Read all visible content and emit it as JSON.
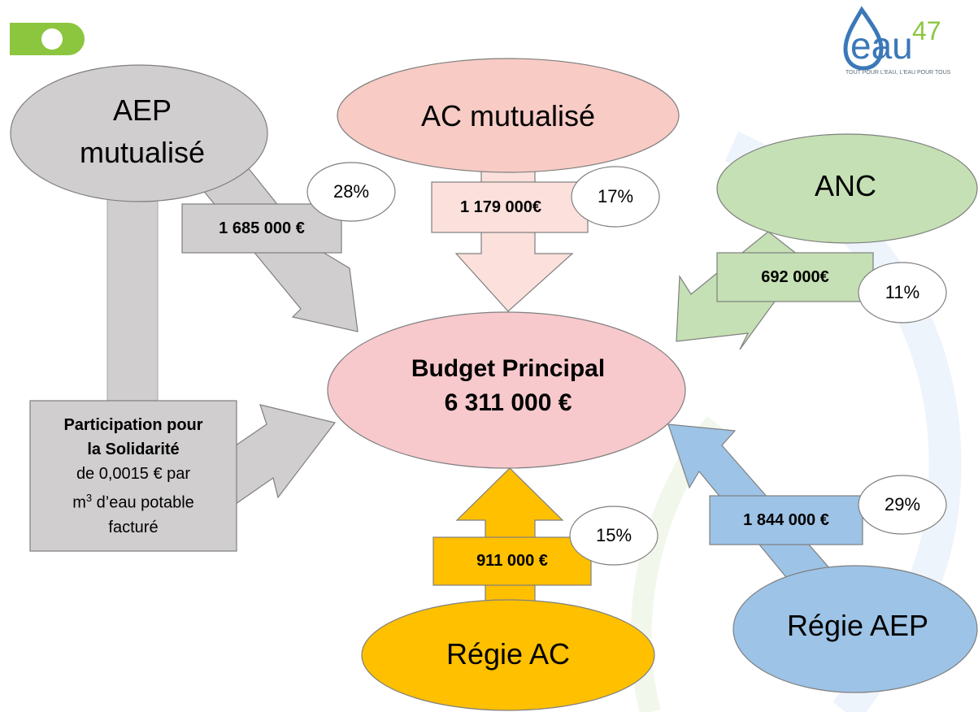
{
  "center": {
    "title": "Budget Principal",
    "amount": "6 311 000 €"
  },
  "sources": {
    "aep_mutualise": {
      "label_line1": "AEP",
      "label_line2": "mutualisé",
      "amount": "1 685 000 €",
      "percent": "28%"
    },
    "ac_mutualise": {
      "label": "AC mutualisé",
      "amount": "1 179 000€",
      "percent": "17%"
    },
    "anc": {
      "label": "ANC",
      "amount": "692 000€",
      "percent": "11%"
    },
    "regie_aep": {
      "label": "Régie AEP",
      "amount": "1 844 000 €",
      "percent": "29%"
    },
    "regie_ac": {
      "label": "Régie AC",
      "amount": "911 000 €",
      "percent": "15%"
    }
  },
  "solidarite": {
    "line1": "Participation pour",
    "line2": "la Solidarité",
    "line3": "de 0,0015 € par",
    "line4_pre": "m",
    "line4_sup": "3",
    "line4_post": " d’eau potable",
    "line5": "facturé"
  },
  "logo": {
    "main": "eau",
    "number": "47",
    "tagline": "TOUT POUR L'EAU, L'EAU POUR TOUS"
  },
  "colors": {
    "gray": "#d0cece",
    "pink": "#f8cbc5",
    "pink_light": "#fbe0dc",
    "green": "#c5e0b4",
    "blue": "#9dc3e6",
    "yellow": "#ffc000",
    "center": "#f7c9cc",
    "accent_green": "#8cc63f"
  },
  "icons": {
    "top_left": "toggle-switch-icon"
  }
}
